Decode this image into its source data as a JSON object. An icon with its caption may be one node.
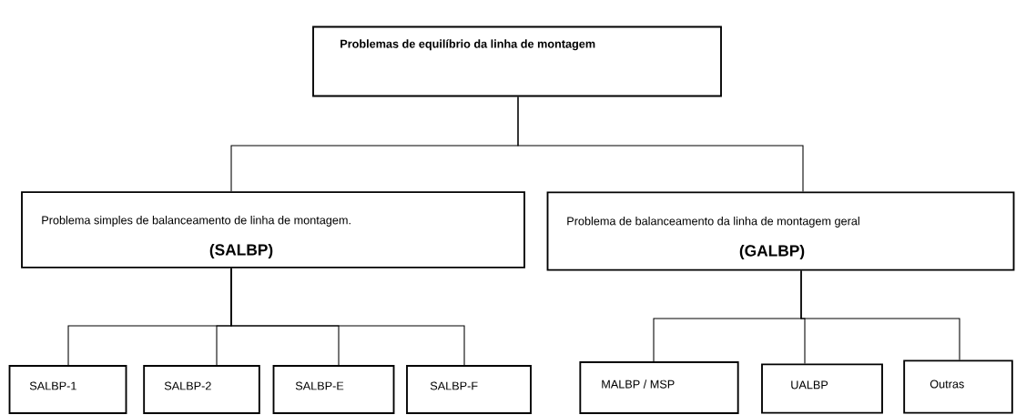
{
  "diagram": {
    "nodes": [
      {
        "text": [
          "Problemas de equilíbrio da linha de montagem"
        ]
      },
      {
        "text": [
          "Problema simples de balanceamento de linha de montagem.",
          "(SALBP)"
        ]
      },
      {
        "text": [
          "Problema de balanceamento da linha de montagem geral",
          "(GALBP)"
        ]
      },
      {
        "text": [
          "SALBP-1"
        ]
      },
      {
        "text": [
          "SALBP-2"
        ]
      },
      {
        "text": [
          "SALBP-E"
        ]
      },
      {
        "text": [
          "SALBP-F"
        ]
      },
      {
        "text": [
          "MALBP / MSP"
        ]
      },
      {
        "text": [
          "UALBP"
        ]
      },
      {
        "text": [
          "Outras"
        ]
      }
    ],
    "edges": [
      {
        "from": 0,
        "to": 1,
        "arrow": "none"
      },
      {
        "from": 0,
        "to": 2,
        "arrow": "none"
      },
      {
        "from": 1,
        "to": 3,
        "arrow": "none"
      },
      {
        "from": 1,
        "to": 4,
        "arrow": "none"
      },
      {
        "from": 1,
        "to": 5,
        "arrow": "none"
      },
      {
        "from": 1,
        "to": 6,
        "arrow": "none"
      },
      {
        "from": 2,
        "to": 7,
        "arrow": "none"
      },
      {
        "from": 2,
        "to": 8,
        "arrow": "none"
      },
      {
        "from": 2,
        "to": 9,
        "arrow": "none"
      }
    ]
  }
}
